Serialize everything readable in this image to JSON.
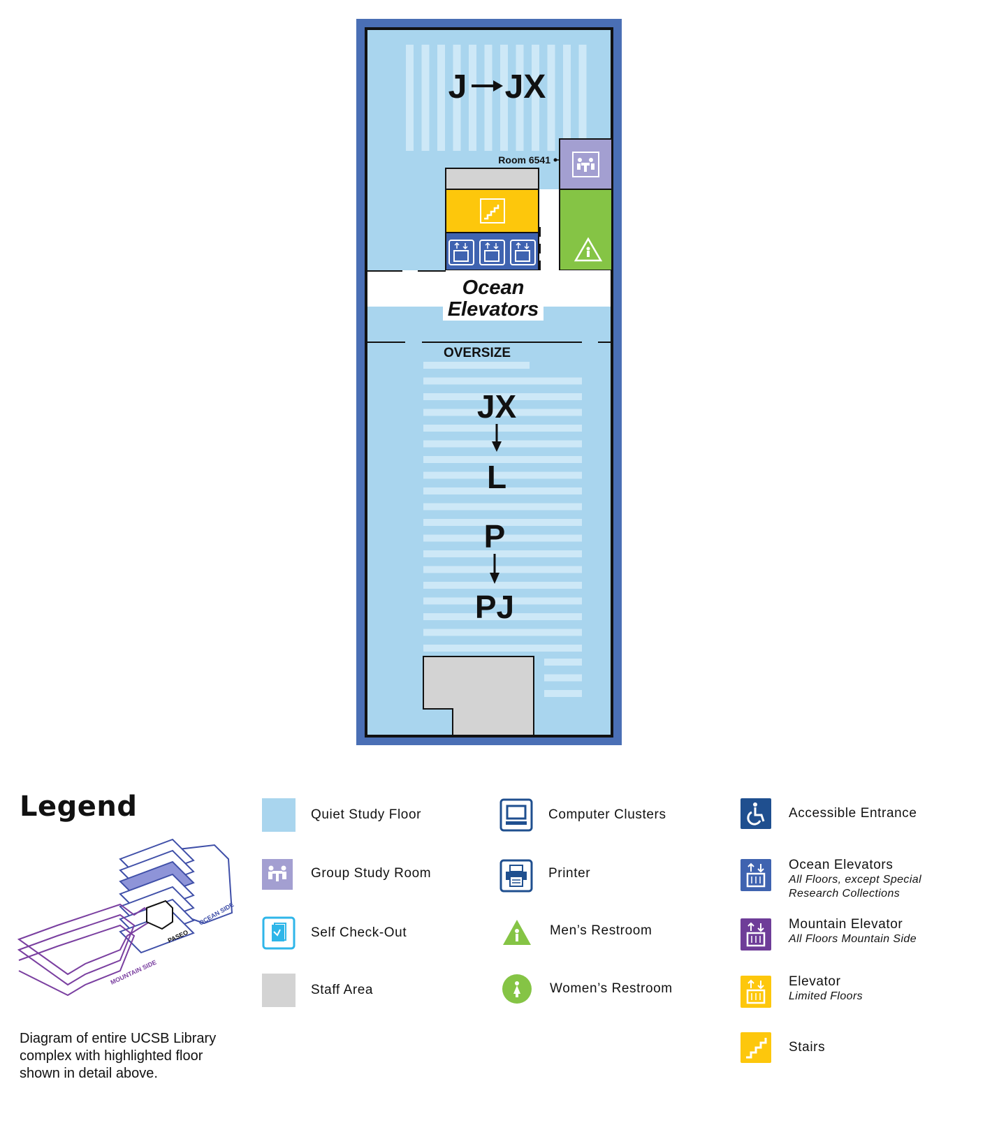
{
  "floor": {
    "sections": [
      {
        "id": "north",
        "range": [
          "J",
          "JX"
        ]
      },
      {
        "id": "south",
        "range": [
          "JX",
          "L"
        ]
      },
      {
        "id": "south2",
        "range": [
          "P",
          "PJ"
        ]
      }
    ],
    "room_label": "Room 6541",
    "elevators_label_line1": "Ocean",
    "elevators_label_line2": "Elevators",
    "oversize_label": "OVERSIZE"
  },
  "legend": {
    "title": "Legend",
    "caption": "Diagram of entire UCSB Library complex with highlighted floor shown in detail above.",
    "iso": {
      "mountain_side": "MOUNTAIN SIDE",
      "ocean_side": "OCEAN SIDE",
      "paseo": "PASEO"
    },
    "items": [
      {
        "key": "quiet",
        "label": "Quiet Study Floor",
        "icon": "quiet-study-swatch"
      },
      {
        "key": "group",
        "label": "Group Study Room",
        "icon": "group-study-icon"
      },
      {
        "key": "checkout",
        "label": "Self Check-Out",
        "icon": "self-checkout-icon"
      },
      {
        "key": "staff",
        "label": "Staff Area",
        "icon": "staff-area-swatch"
      },
      {
        "key": "computers",
        "label": "Computer Clusters",
        "icon": "computer-icon"
      },
      {
        "key": "printer",
        "label": "Printer",
        "icon": "printer-icon"
      },
      {
        "key": "mens",
        "label": "Men’s Restroom",
        "icon": "mens-restroom-icon"
      },
      {
        "key": "womens",
        "label": "Women’s Restroom",
        "icon": "womens-restroom-icon"
      },
      {
        "key": "accessible",
        "label": "Accessible Entrance",
        "icon": "wheelchair-icon"
      },
      {
        "key": "ocean_elev",
        "label": "Ocean Elevators",
        "note": "All Floors, except Special Research Collections",
        "icon": "ocean-elevator-icon"
      },
      {
        "key": "mountain_elev",
        "label": "Mountain Elevator",
        "note": "All Floors Mountain Side",
        "icon": "mountain-elevator-icon"
      },
      {
        "key": "elevator",
        "label": "Elevator",
        "note": "Limited Floors",
        "icon": "elevator-icon"
      },
      {
        "key": "stairs",
        "label": "Stairs",
        "icon": "stairs-icon"
      }
    ]
  },
  "colors": {
    "quiet_study": "#a9d5ee",
    "stripe": "#cde8f7",
    "border_blue": "#4a6fb5",
    "group_study": "#a39fd1",
    "stairs_yellow": "#fdc70c",
    "elevator_blue": "#3f63b0",
    "restroom_green": "#85c445",
    "staff_gray": "#d3d3d3",
    "accessible_navy": "#1f4f8f",
    "mountain_purple": "#6e3d98",
    "checkout_cyan": "#2fb6e9"
  }
}
